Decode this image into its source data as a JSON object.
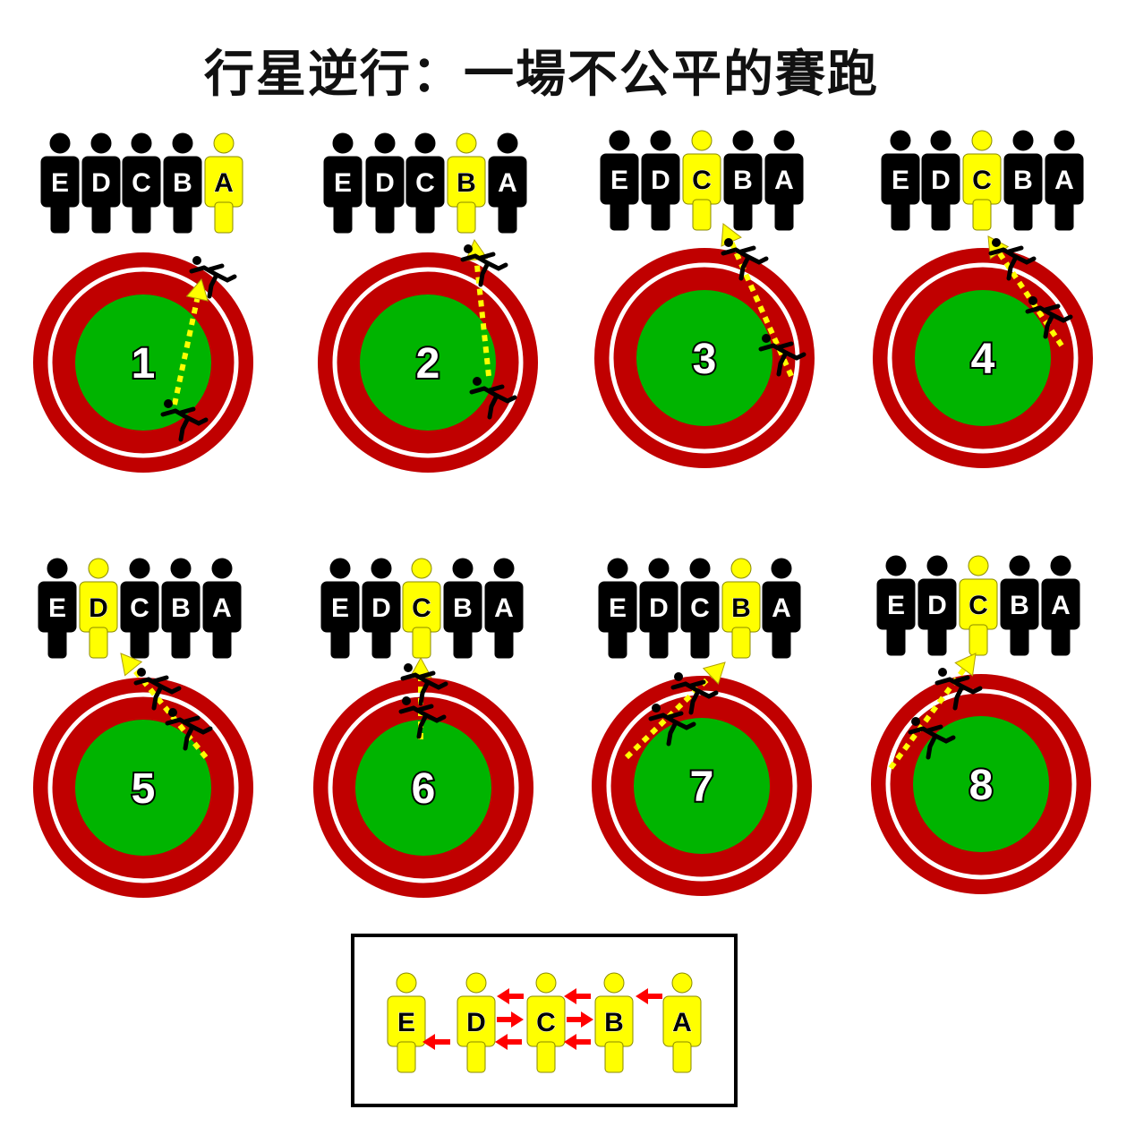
{
  "title": "行星逆行：一場不公平的賽跑",
  "people_labels": [
    "E",
    "D",
    "C",
    "B",
    "A"
  ],
  "colors": {
    "highlight": "#ffff00",
    "person": "#000000",
    "track": "#c00000",
    "field": "#00b400",
    "lane_line": "#ffffff",
    "arrow": "#ffff00",
    "legend_arrow": "#ff0000"
  },
  "panels": [
    {
      "number": "1",
      "highlighted": "A"
    },
    {
      "number": "2",
      "highlighted": "B"
    },
    {
      "number": "3",
      "highlighted": "C"
    },
    {
      "number": "4",
      "highlighted": "C"
    },
    {
      "number": "5",
      "highlighted": "D"
    },
    {
      "number": "6",
      "highlighted": "C"
    },
    {
      "number": "7",
      "highlighted": "B"
    },
    {
      "number": "8",
      "highlighted": "C"
    }
  ],
  "legend": {
    "people": [
      "E",
      "D",
      "C",
      "B",
      "A"
    ],
    "all_highlighted": true
  }
}
